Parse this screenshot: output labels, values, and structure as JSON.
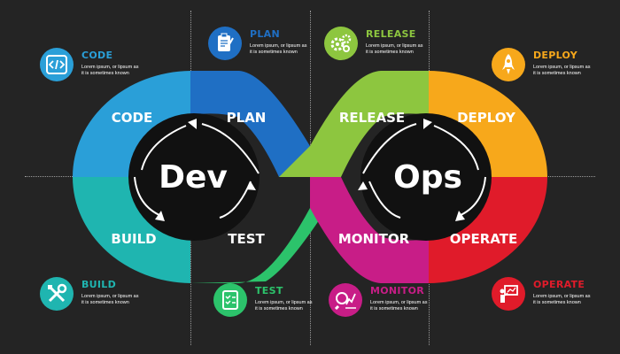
{
  "center": {
    "dev": "Dev",
    "ops": "Ops"
  },
  "segments": [
    {
      "key": "code",
      "label": "CODE",
      "color": "#2a9fd8"
    },
    {
      "key": "plan",
      "label": "PLAN",
      "color": "#1f6fc4"
    },
    {
      "key": "release",
      "label": "RELEASE",
      "color": "#8dc63f"
    },
    {
      "key": "deploy",
      "label": "DEPLOY",
      "color": "#f7a81b"
    },
    {
      "key": "build",
      "label": "BUILD",
      "color": "#1fb5b0"
    },
    {
      "key": "test",
      "label": "TEST",
      "color": "#2cc36b"
    },
    {
      "key": "monitor",
      "label": "MONITOR",
      "color": "#c81d87"
    },
    {
      "key": "operate",
      "label": "OPERATE",
      "color": "#e01b2a"
    }
  ],
  "cards": {
    "code": {
      "title": "CODE",
      "line1": "Lorem ipsum, or lipsum as",
      "line2": "it is sometimes known",
      "icon": "code-icon",
      "color": "#2a9fd8"
    },
    "plan": {
      "title": "PLAN",
      "line1": "Lorem ipsum, or lipsum as",
      "line2": "it is sometimes known",
      "icon": "clipboard-pen-icon",
      "color": "#1f6fc4"
    },
    "release": {
      "title": "RELEASE",
      "line1": "Lorem ipsum, or lipsum as",
      "line2": "it is sometimes known",
      "icon": "gears-icon",
      "color": "#8dc63f"
    },
    "deploy": {
      "title": "DEPLOY",
      "line1": "Lorem ipsum, or lipsum as",
      "line2": "it is sometimes known",
      "icon": "rocket-icon",
      "color": "#f7a81b"
    },
    "build": {
      "title": "BUILD",
      "line1": "Lorem ipsum, or lipsum as",
      "line2": "it is sometimes known",
      "icon": "tools-icon",
      "color": "#1fb5b0"
    },
    "test": {
      "title": "TEST",
      "line1": "Lorem ipsum, or lipsum as",
      "line2": "it is sometimes known",
      "icon": "checklist-icon",
      "color": "#2cc36b"
    },
    "monitor": {
      "title": "MONITOR",
      "line1": "Lorem ipsum, or lipsum as",
      "line2": "it is sometimes known",
      "icon": "magnifier-chart-icon",
      "color": "#c81d87"
    },
    "operate": {
      "title": "OPERATE",
      "line1": "Lorem ipsum, or lipsum as",
      "line2": "it is sometimes known",
      "icon": "presenter-icon",
      "color": "#e01b2a"
    }
  }
}
